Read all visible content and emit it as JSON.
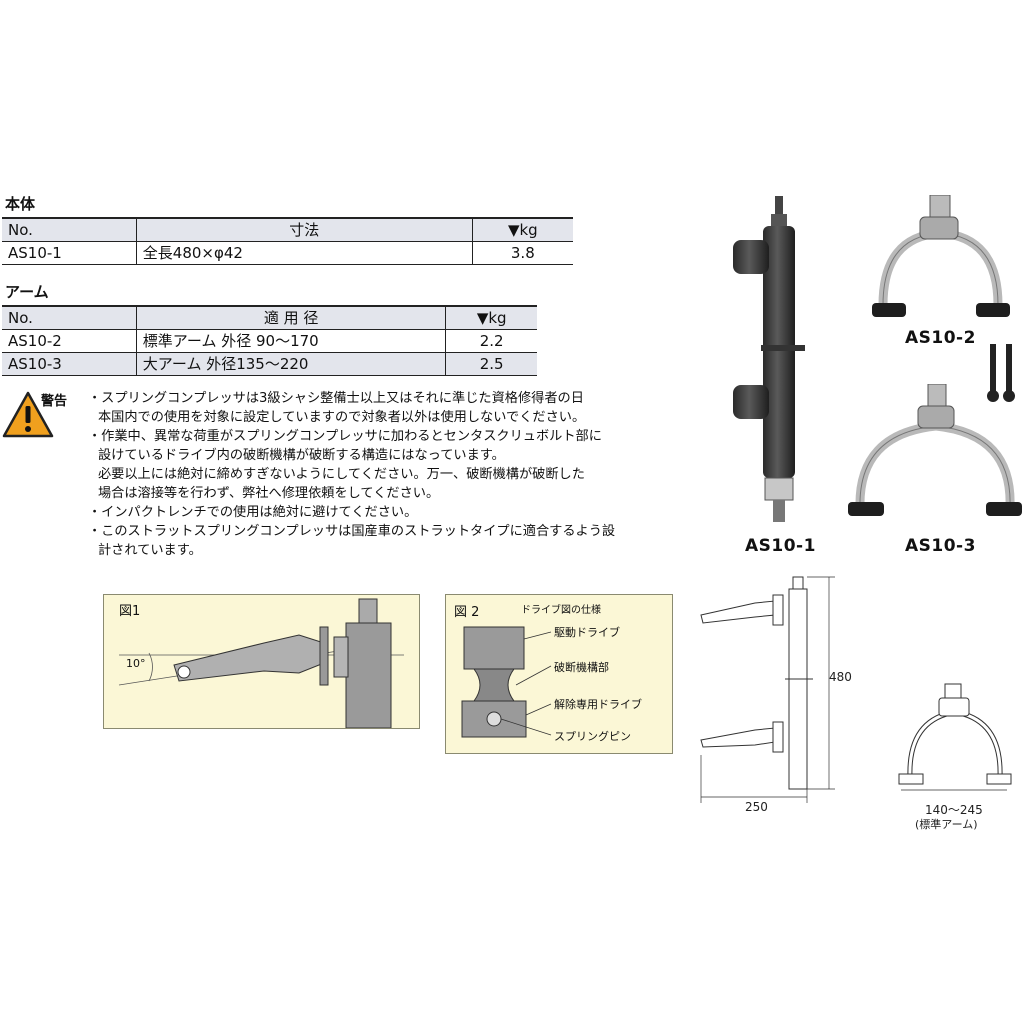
{
  "body_section": {
    "title": "本体",
    "headers": [
      "No.",
      "寸法",
      "▼kg"
    ],
    "rows": [
      [
        "AS10-1",
        "全長480×φ42",
        "3.8"
      ]
    ]
  },
  "arm_section": {
    "title": "アーム",
    "headers": [
      "No.",
      "適 用 径",
      "▼kg"
    ],
    "rows": [
      [
        "AS10-2",
        "標準アーム 外径 90～170",
        "2.2"
      ],
      [
        "AS10-3",
        "大アーム 外径135～220",
        "2.5"
      ]
    ]
  },
  "warning": {
    "label": "警告",
    "lines": [
      "・スプリングコンプレッサは3級シャシ整備士以上又はそれに準じた資格修得者の日",
      "本国内での使用を対象に設定していますので対象者以外は使用しないでください。",
      "・作業中、異常な荷重がスプリングコンプレッサに加わるとセンタスクリュボルト部に",
      "設けているドライブ内の破断機構が破断する構造にはなっています。",
      "必要以上には絶対に締めすぎないようにしてください。万一、破断機構が破断した",
      "場合は溶接等を行わず、弊社へ修理依頼をしてください。",
      "・インパクトレンチでの使用は絶対に避けてください。",
      "・このストラットスプリングコンプレッサは国産車のストラットタイプに適合するよう設",
      "計されています。"
    ]
  },
  "fig1": {
    "label": "図1",
    "angle": "10°"
  },
  "fig2": {
    "label": "図 2",
    "title": "ドライブ図の仕様",
    "callouts": [
      "駆動ドライブ",
      "破断機構部",
      "解除専用ドライブ",
      "スプリングピン"
    ]
  },
  "products": {
    "as10_1": "AS10-1",
    "as10_2": "AS10-2",
    "as10_3": "AS10-3"
  },
  "dimensions": {
    "height": "480",
    "width": "250",
    "arm_range": "140～245",
    "arm_note": "(標準アーム)"
  }
}
